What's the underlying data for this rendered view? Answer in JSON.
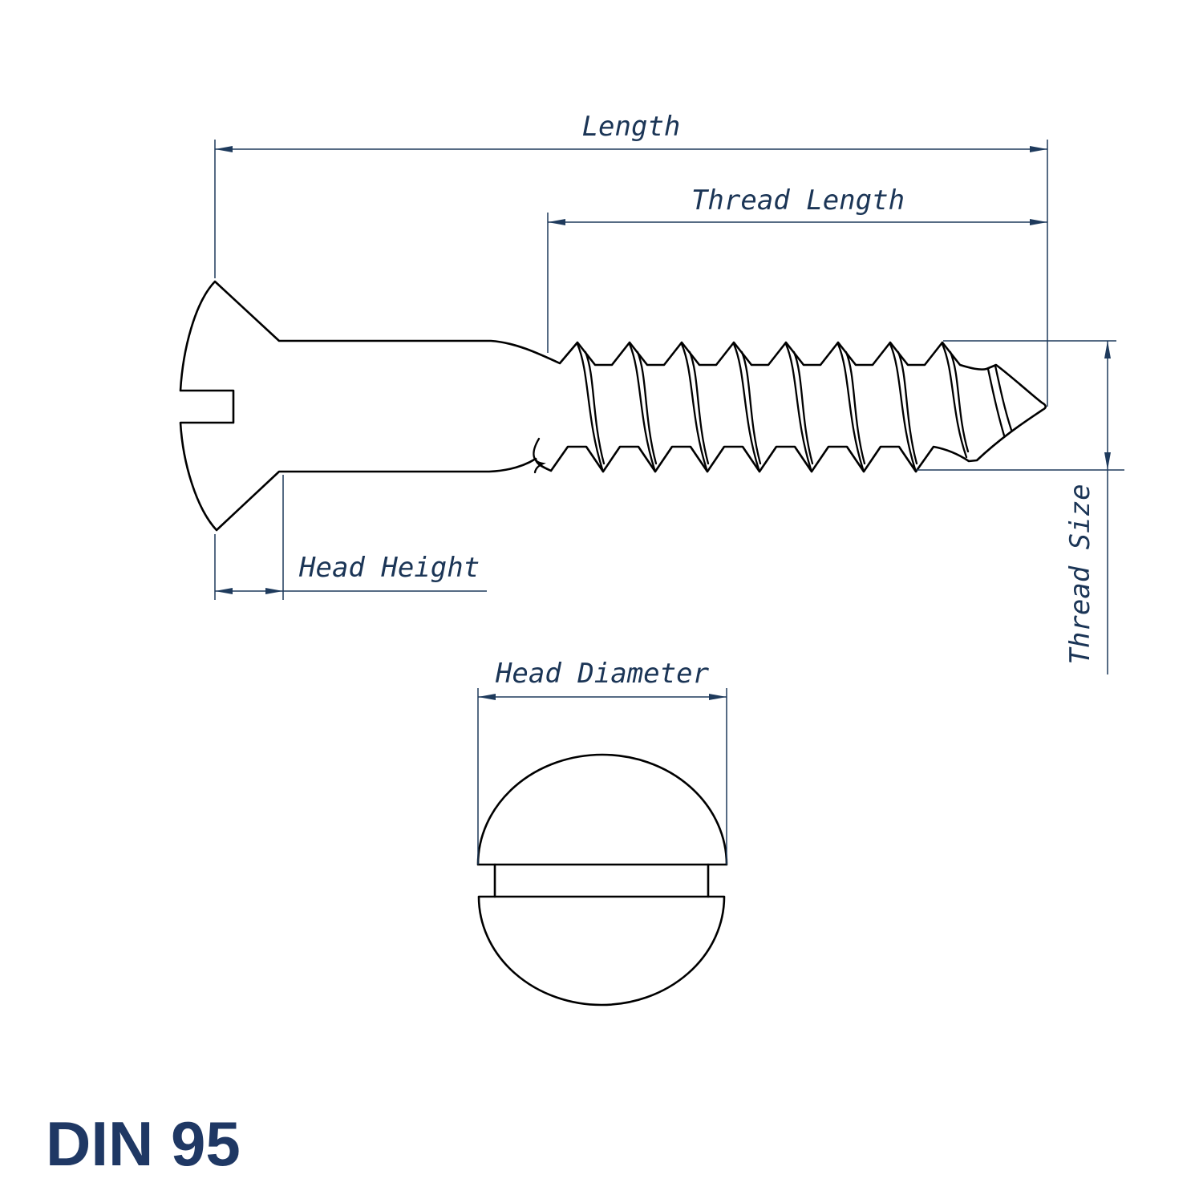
{
  "title": "DIN 95",
  "colors": {
    "outline": "#000000",
    "dimension_lines": "#1e3a5c",
    "label_text": "#1b3556",
    "title_text": "#1f3864",
    "background": "#ffffff"
  },
  "dimensions": {
    "length": {
      "label": "Length"
    },
    "thread_length": {
      "label": "Thread Length"
    },
    "thread_size": {
      "label": "Thread Size"
    },
    "head_height": {
      "label": "Head Height"
    },
    "head_diameter": {
      "label": "Head Diameter"
    }
  }
}
